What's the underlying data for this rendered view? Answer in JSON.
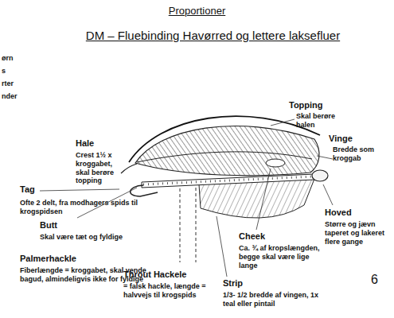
{
  "diagram": {
    "title": "DM – Fluebinding Havørred og lettere laksefluer",
    "labels": [
      "Proportioner",
      "ørn",
      "s",
      "rter",
      "nder",
      "Topping",
      "Skal berøre halen",
      "Vinge",
      "Bredde som kroggab",
      "Hale",
      "Crest 1½ x kroggabet, skal berøre topping",
      "Tag",
      "Ofte 2 delt, fra modhagers spids til krogspidsen",
      "Butt",
      "Skal være tæt og fyldige",
      "Hoved",
      "Større og jævn taperet og lakeret flere gange",
      "Cheek",
      "Ca. ¾ af kropslængden, begge skal være lige lange",
      "Palmerhackle",
      "Fiberlængde = kroggabet, skal vende bagud, almindeligvis ikke for fyldige",
      "Throut Hackele",
      "= falsk hackle, længde = halvvejs til krogspids",
      "6",
      "Strip",
      "1/3- 1/2 bredde af vingen, 1x teal eller pintail"
    ]
  }
}
